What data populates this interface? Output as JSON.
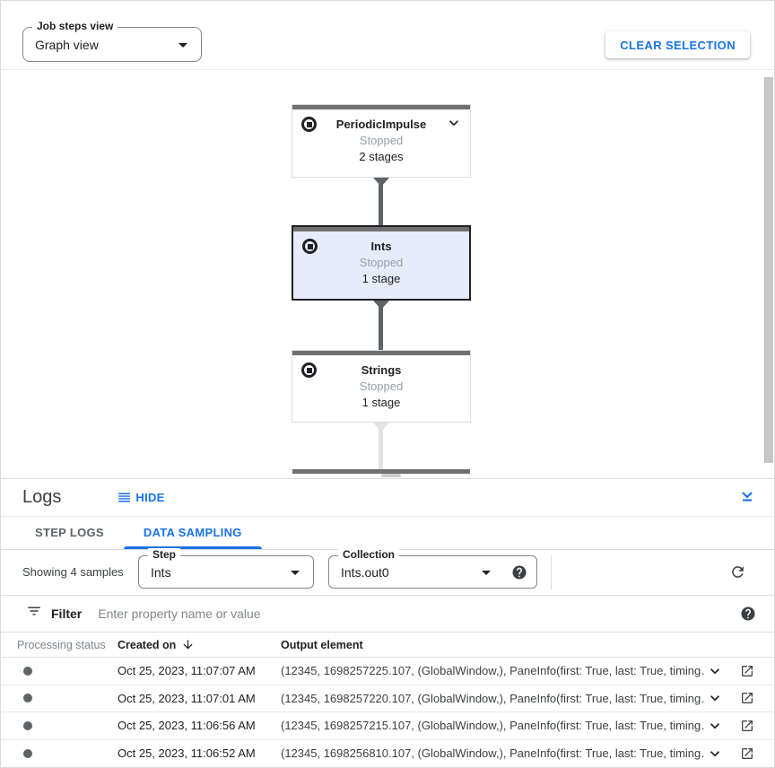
{
  "toolbar": {
    "job_steps_view": {
      "label": "Job steps view",
      "value": "Graph view"
    },
    "clear_selection_label": "CLEAR SELECTION"
  },
  "graph": {
    "selected_node": "Ints",
    "nodes": [
      {
        "title": "PeriodicImpulse",
        "status": "Stopped",
        "stages": "2 stages"
      },
      {
        "title": "Ints",
        "status": "Stopped",
        "stages": "1 stage"
      },
      {
        "title": "Strings",
        "status": "Stopped",
        "stages": "1 stage"
      }
    ]
  },
  "logs_panel": {
    "title": "Logs",
    "hide_label": "HIDE",
    "tabs": {
      "step_logs": "STEP LOGS",
      "data_sampling": "DATA SAMPLING",
      "active": "DATA SAMPLING"
    },
    "controls": {
      "showing_text": "Showing 4 samples",
      "step": {
        "label": "Step",
        "value": "Ints"
      },
      "collection": {
        "label": "Collection",
        "value": "Ints.out0"
      }
    },
    "filter": {
      "label": "Filter",
      "placeholder": "Enter property name or value"
    },
    "table": {
      "headers": {
        "processing_status": "Processing status",
        "created_on": "Created on",
        "output_element": "Output element"
      },
      "rows": [
        {
          "created_on": "Oct 25, 2023, 11:07:07 AM",
          "output_element": "(12345, 1698257225.107, (GlobalWindow,), PaneInfo(first: True, last: True, timing…"
        },
        {
          "created_on": "Oct 25, 2023, 11:07:01 AM",
          "output_element": "(12345, 1698257220.107, (GlobalWindow,), PaneInfo(first: True, last: True, timing…"
        },
        {
          "created_on": "Oct 25, 2023, 11:06:56 AM",
          "output_element": "(12345, 1698257215.107, (GlobalWindow,), PaneInfo(first: True, last: True, timing…"
        },
        {
          "created_on": "Oct 25, 2023, 11:06:52 AM",
          "output_element": "(12345, 1698256810.107, (GlobalWindow,), PaneInfo(first: True, last: True, timing…"
        }
      ]
    }
  },
  "colors": {
    "accent_blue": "#1a73e8",
    "node_header_gray": "#707070",
    "selected_node_bg": "#e7ecfa",
    "status_text_gray": "#9aa0a6",
    "edge_dark": "#5f6368"
  }
}
